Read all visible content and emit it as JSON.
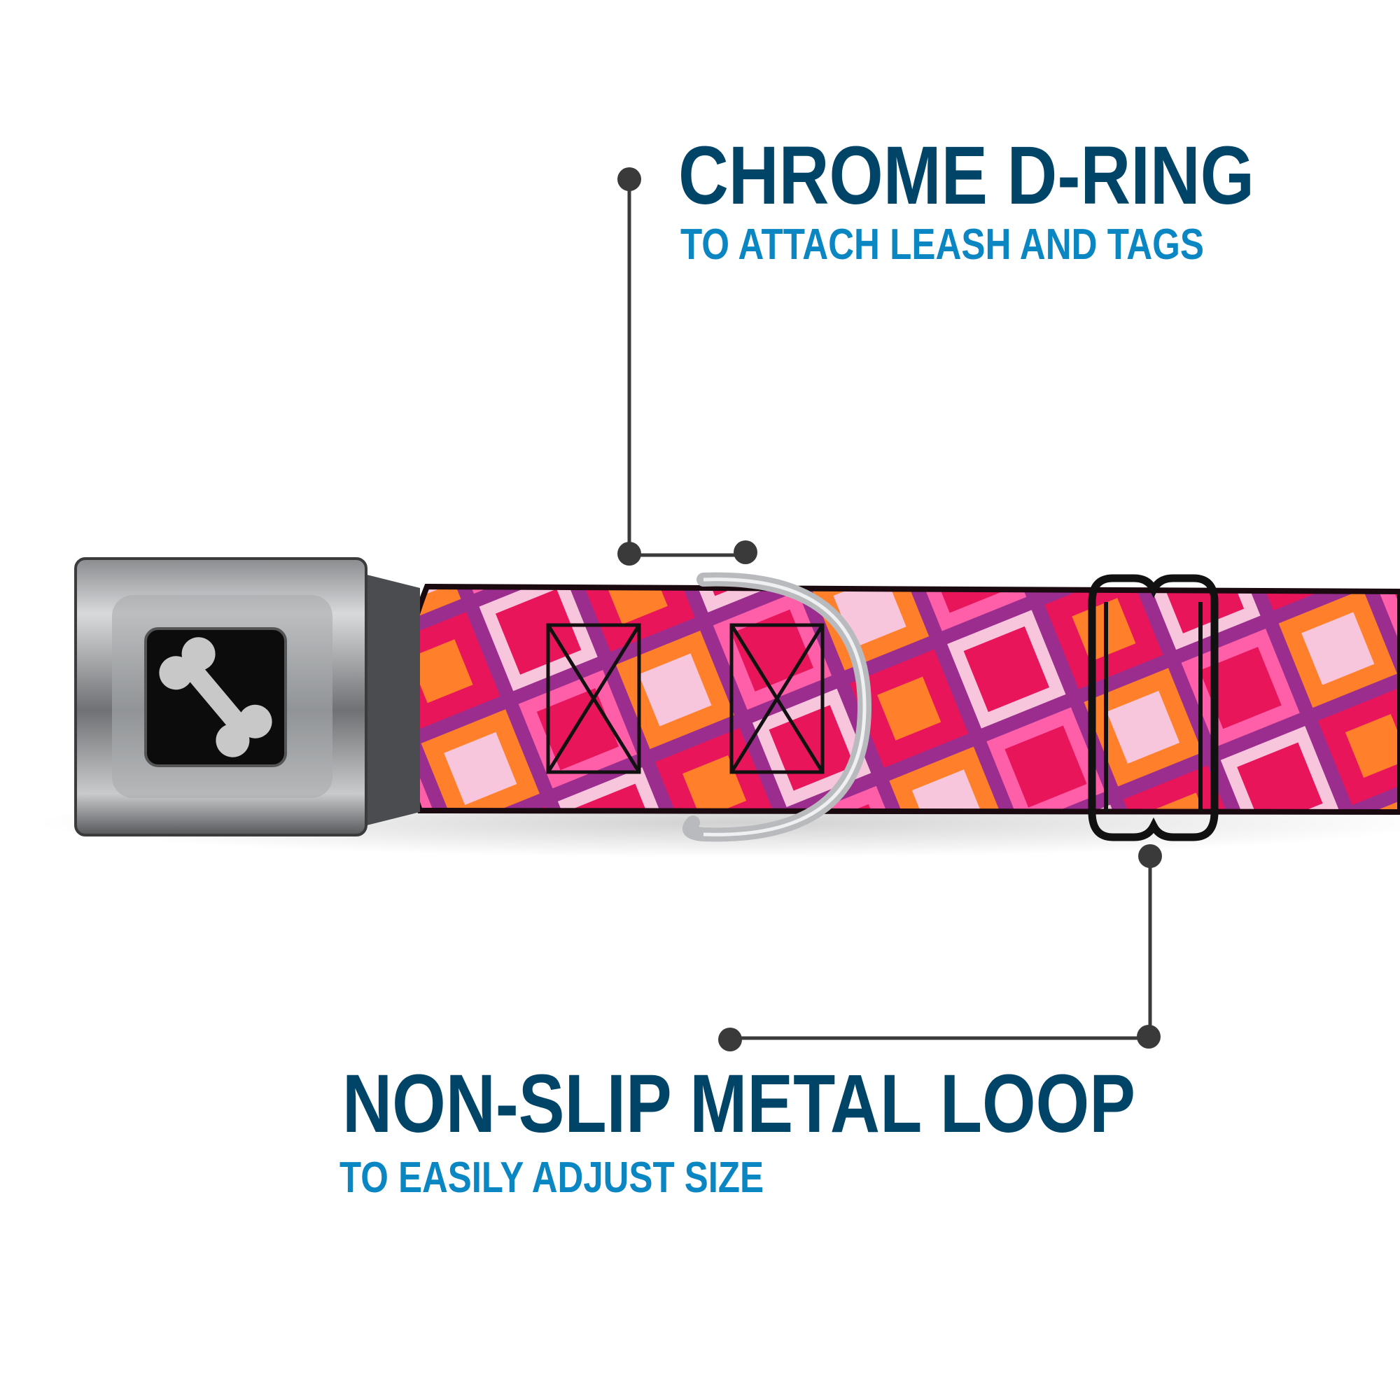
{
  "callouts": [
    {
      "title": "CHROME D-RING",
      "subtitle": "TO ATTACH LEASH AND TAGS"
    },
    {
      "title": "NON-SLIP METAL LOOP",
      "subtitle": "TO EASILY ADJUST SIZE"
    }
  ],
  "colors": {
    "title": "#004468",
    "subtitle": "#0a86c2",
    "leader_line": "#3a3a3a",
    "pattern": [
      "#e8155a",
      "#9b2d8e",
      "#ff7f2a",
      "#ff5fa8",
      "#f7c6dd"
    ]
  },
  "product": {
    "buckle_logo": "bone-icon"
  }
}
